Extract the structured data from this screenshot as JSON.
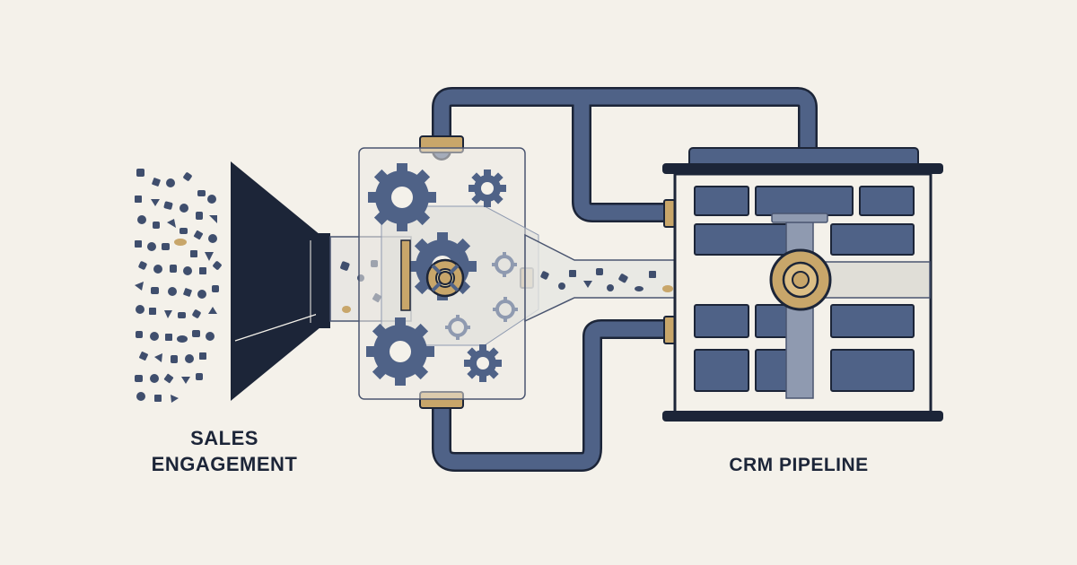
{
  "labels": {
    "source_line1": "SALES",
    "source_line2": "ENGAGEMENT",
    "destination": "CRM PIPELINE"
  },
  "colors": {
    "background": "#f4f1ea",
    "navy": "#1c2538",
    "slate": "#4f6287",
    "brass": "#c8a66a",
    "glass": "#e6e5e1",
    "outline": "#4a5570"
  }
}
